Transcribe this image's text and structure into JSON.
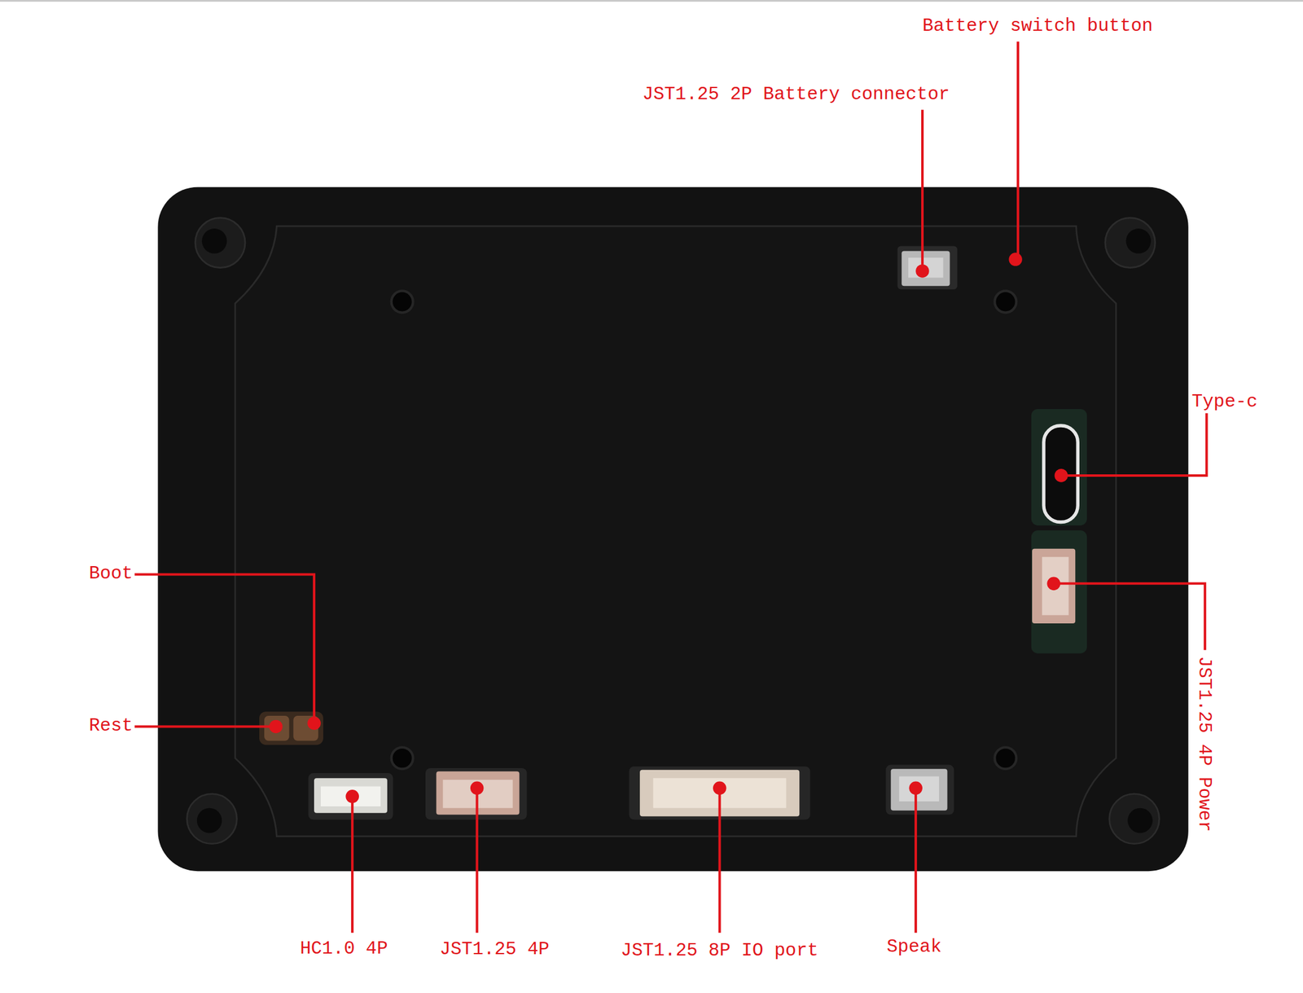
{
  "diagram": {
    "labels": [
      "Battery switch button",
      "JST1.25 2P Battery connector",
      "Type-c",
      "Boot",
      "Rest",
      "JST1.25 4P Power",
      "HC1.0 4P",
      "JST1.25 4P",
      "JST1.25 8P IO port",
      "Speak"
    ]
  }
}
